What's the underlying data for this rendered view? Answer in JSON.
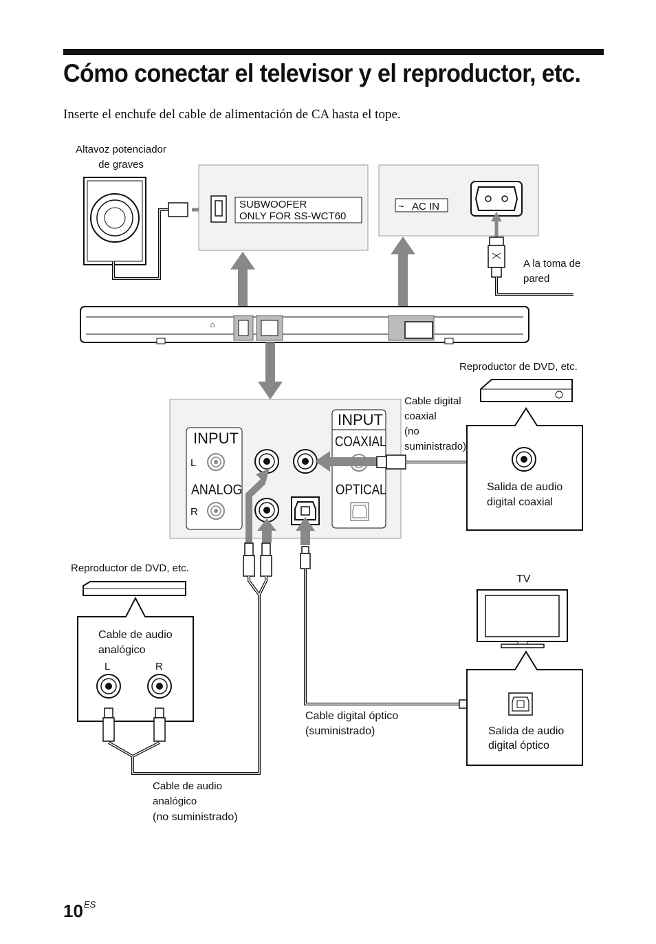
{
  "header": {
    "title": "Cómo conectar el televisor y el reproductor, etc.",
    "intro": "Inserte el enchufe del cable de alimentación de CA hasta el tope."
  },
  "labels": {
    "subwoofer_line1": "Altavoz potenciador",
    "subwoofer_line2": "de graves",
    "wall_line1": "A la toma de",
    "wall_line2": "pared",
    "dvd_top": "Reproductor de DVD, etc.",
    "dvd_left": "Reproductor de DVD, etc.",
    "tv": "TV",
    "coax_cable_line1": "Cable digital",
    "coax_cable_line2": "coaxial",
    "coax_cable_line3": "(no",
    "coax_cable_line4": "suministrado)",
    "coax_out_line1": "Salida de audio",
    "coax_out_line2": "digital coaxial",
    "analog_cable_box_line1": "Cable de audio",
    "analog_cable_box_line2": "analógico",
    "optical_cable_line1": "Cable digital óptico",
    "optical_cable_line2": "(suministrado)",
    "optical_out_line1": "Salida de audio",
    "optical_out_line2": "digital óptico",
    "analog_cable_line1": "Cable de audio",
    "analog_cable_line2": "analógico",
    "analog_cable_line3": "(no suministrado)",
    "lr_left": "L",
    "lr_right": "R"
  },
  "panels": {
    "subwoofer_line1": "SUBWOOFER",
    "subwoofer_line2": "ONLY FOR SS-WCT60",
    "ac_in": "AC IN",
    "ac_symbol": "~",
    "input_left": "INPUT",
    "input_right": "INPUT",
    "analog": "ANALOG",
    "coaxial": "COAXIAL",
    "optical": "OPTICAL",
    "l": "L",
    "r": "R"
  },
  "icons": [
    "subwoofer-speaker-icon",
    "dvd-player-icon",
    "tv-icon",
    "power-plug-icon",
    "rca-jack-icon",
    "optical-jack-icon"
  ],
  "footer": {
    "page_number": "10",
    "page_suffix": "ES"
  }
}
